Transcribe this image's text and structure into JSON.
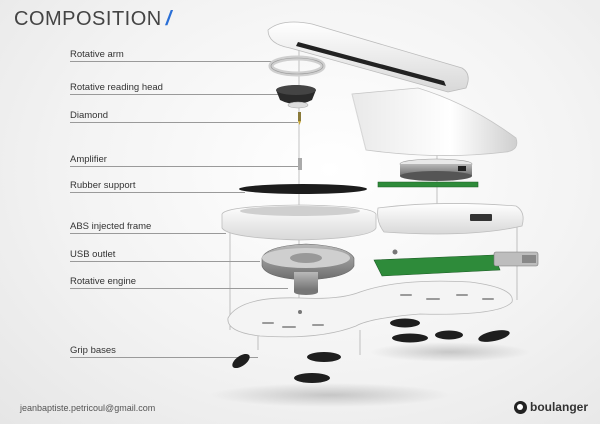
{
  "header": {
    "title": "COMPOSITION",
    "accent": "/"
  },
  "labels": [
    "Rotative arm",
    "Rotative reading head",
    "Diamond",
    "Amplifier",
    "Rubber support",
    "ABS injected frame",
    "USB outlet",
    "Rotative engine",
    "Grip bases"
  ],
  "footer": {
    "email": "jeanbaptiste.petricoul@gmail.com",
    "brand": "boulanger"
  },
  "colors": {
    "accent": "#2a6fd6",
    "pcb": "#2e8b3a",
    "grip": "#1e1e1e"
  }
}
